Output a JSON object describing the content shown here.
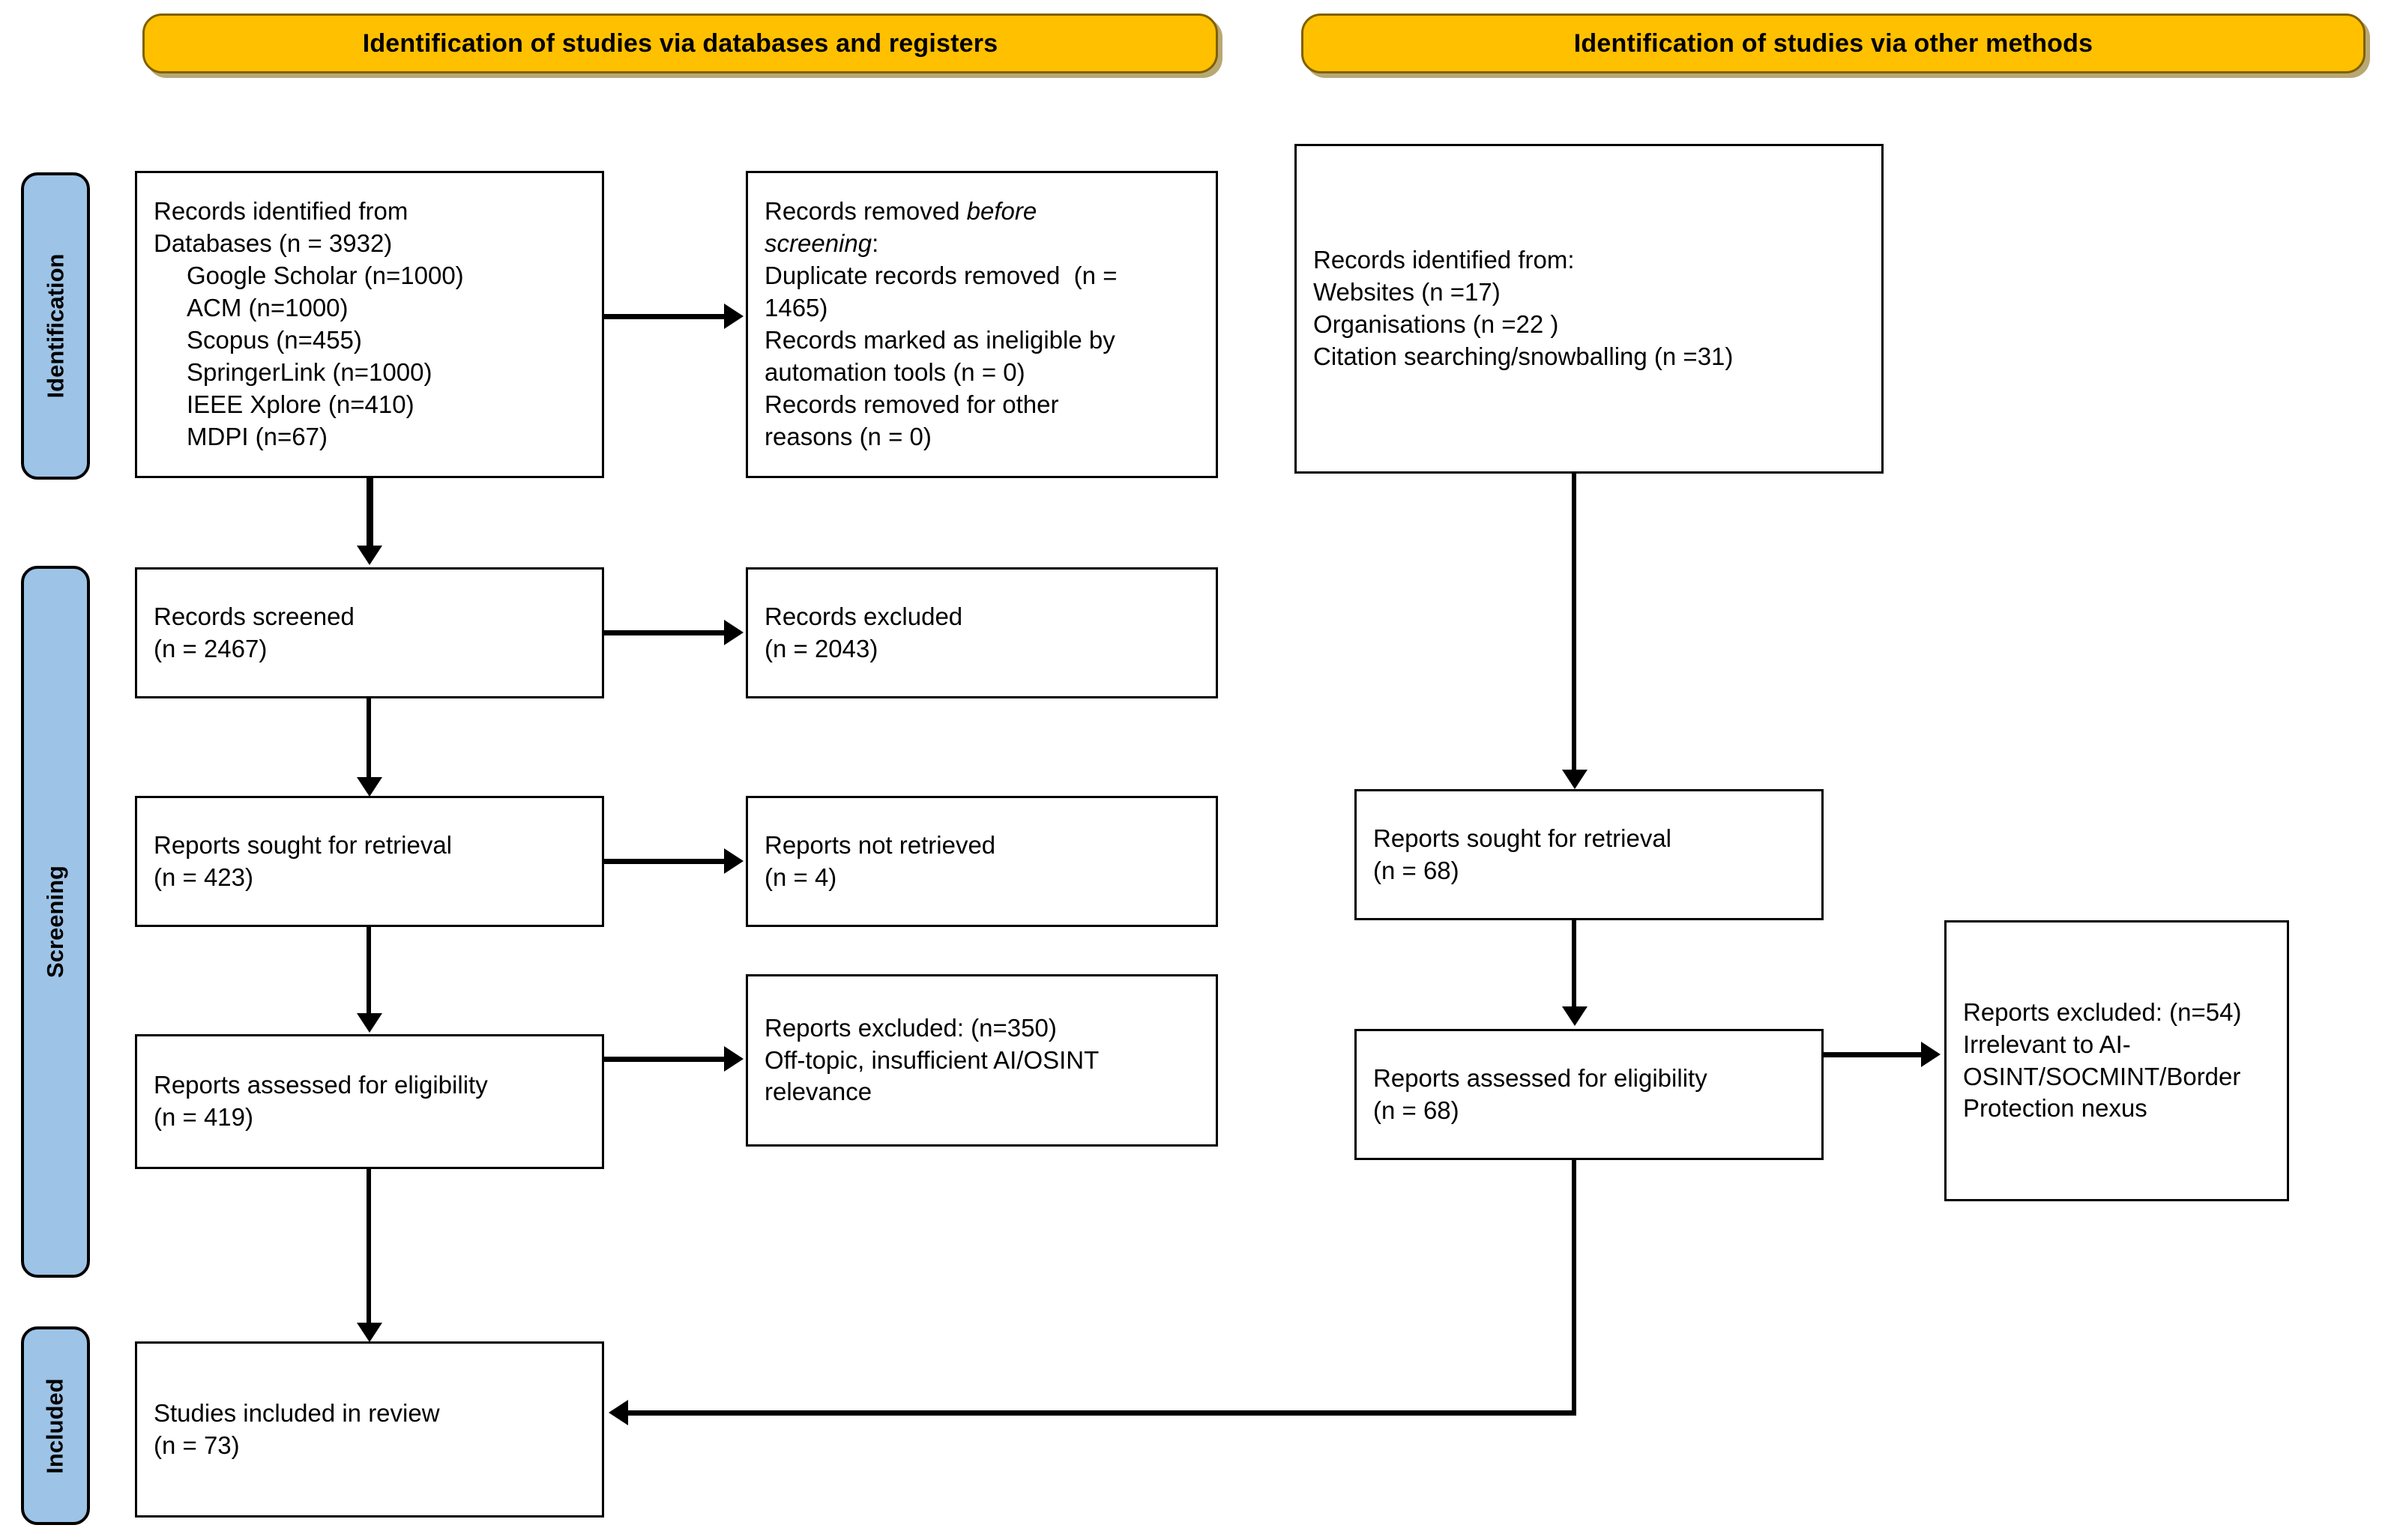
{
  "diagram": {
    "title": "PRISMA 2020 flow diagram",
    "colors": {
      "banner_fill": "#ffc000",
      "banner_border": "#7f6000",
      "stage_label_fill": "#9dc3e6",
      "box_border": "#000000",
      "connector": "#000000",
      "background": "#ffffff"
    }
  },
  "banners": {
    "databases": "Identification of studies via databases and registers",
    "other": "Identification of studies via other methods"
  },
  "stage_labels": {
    "identification": "Identification",
    "screening": "Screening",
    "included": "Included"
  },
  "boxes": {
    "records_identified": {
      "lines": [
        "Records identified from",
        "Databases (n = 3932)"
      ],
      "sources": [
        "Google Scholar (n=1000)",
        "ACM (n=1000)",
        "Scopus (n=455)",
        "SpringerLink (n=1000)",
        "IEEE Xplore (n=410)",
        "MDPI (n=67)"
      ]
    },
    "records_removed": {
      "heading_plain": "Records removed ",
      "heading_italic_1": "before",
      "heading_italic_2": "screening",
      "heading_colon": ":",
      "lines": [
        "Duplicate records removed  (n =",
        "1465)",
        "Records marked as ineligible by",
        "automation tools (n = 0)",
        "Records removed for other",
        "reasons (n = 0)"
      ]
    },
    "records_screened": {
      "lines": [
        "Records screened",
        "(n = 2467)"
      ]
    },
    "records_excluded": {
      "lines": [
        "Records excluded",
        "(n = 2043)"
      ]
    },
    "reports_sought_left": {
      "lines": [
        "Reports sought for retrieval",
        "(n = 423)"
      ]
    },
    "reports_not_retrieved": {
      "lines": [
        "Reports not retrieved",
        "(n = 4)"
      ]
    },
    "reports_assessed_left": {
      "lines": [
        "Reports assessed for eligibility",
        "(n = 419)"
      ]
    },
    "reports_excluded_left": {
      "lines": [
        "Reports excluded: (n=350)",
        "Off-topic, insufficient AI/OSINT",
        "relevance"
      ]
    },
    "studies_included": {
      "lines": [
        "Studies included in review",
        "(n = 73)"
      ]
    },
    "records_identified_other": {
      "lines": [
        "Records identified from:",
        "Websites (n =17)",
        "Organisations (n =22 )",
        "Citation searching/snowballing (n =31)"
      ]
    },
    "reports_sought_right": {
      "lines": [
        "Reports sought for retrieval",
        "(n = 68)"
      ]
    },
    "reports_assessed_right": {
      "lines": [
        "Reports assessed for eligibility",
        "(n = 68)"
      ]
    },
    "reports_excluded_right": {
      "lines": [
        "Reports excluded: (n=54)",
        "Irrelevant to AI-",
        "OSINT/SOCMINT/Border",
        "Protection nexus"
      ]
    }
  }
}
